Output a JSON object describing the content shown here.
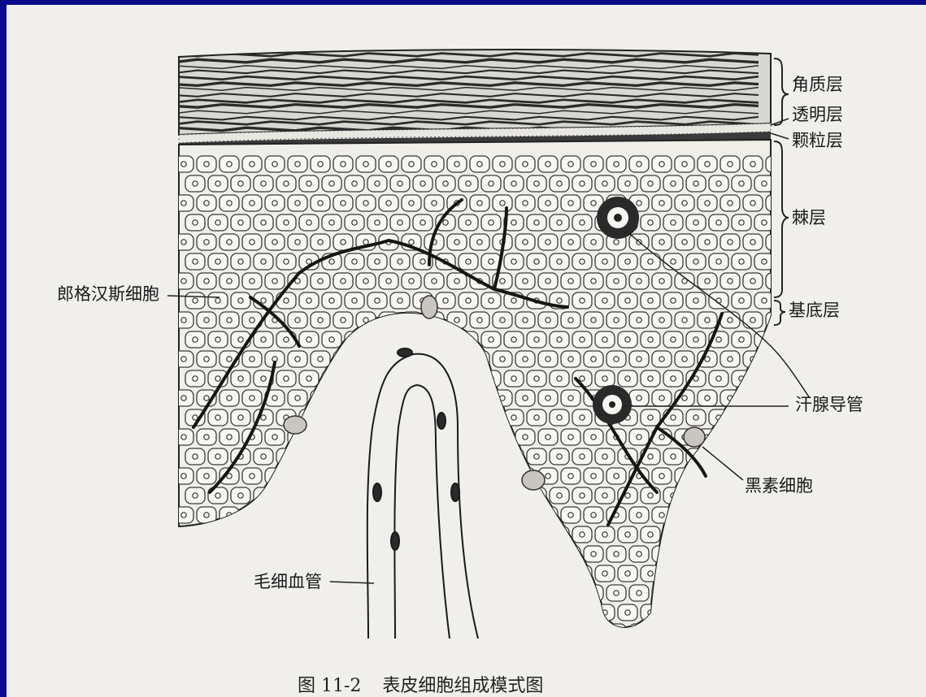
{
  "labels": {
    "stratum_corneum": "角质层",
    "stratum_lucidum": "透明层",
    "stratum_granulosum": "颗粒层",
    "stratum_spinosum": "棘层",
    "stratum_basale": "基底层",
    "langerhans_cell": "郎格汉斯细胞",
    "sweat_duct": "汗腺导管",
    "melanocyte": "黑素细胞",
    "capillary": "毛细血管"
  },
  "caption": {
    "number": "图 11-2",
    "title": "表皮细胞组成模式图"
  },
  "colors": {
    "frame": "#0a0a8c",
    "paper": "#f0efec",
    "ink": "#1a1a1a"
  }
}
